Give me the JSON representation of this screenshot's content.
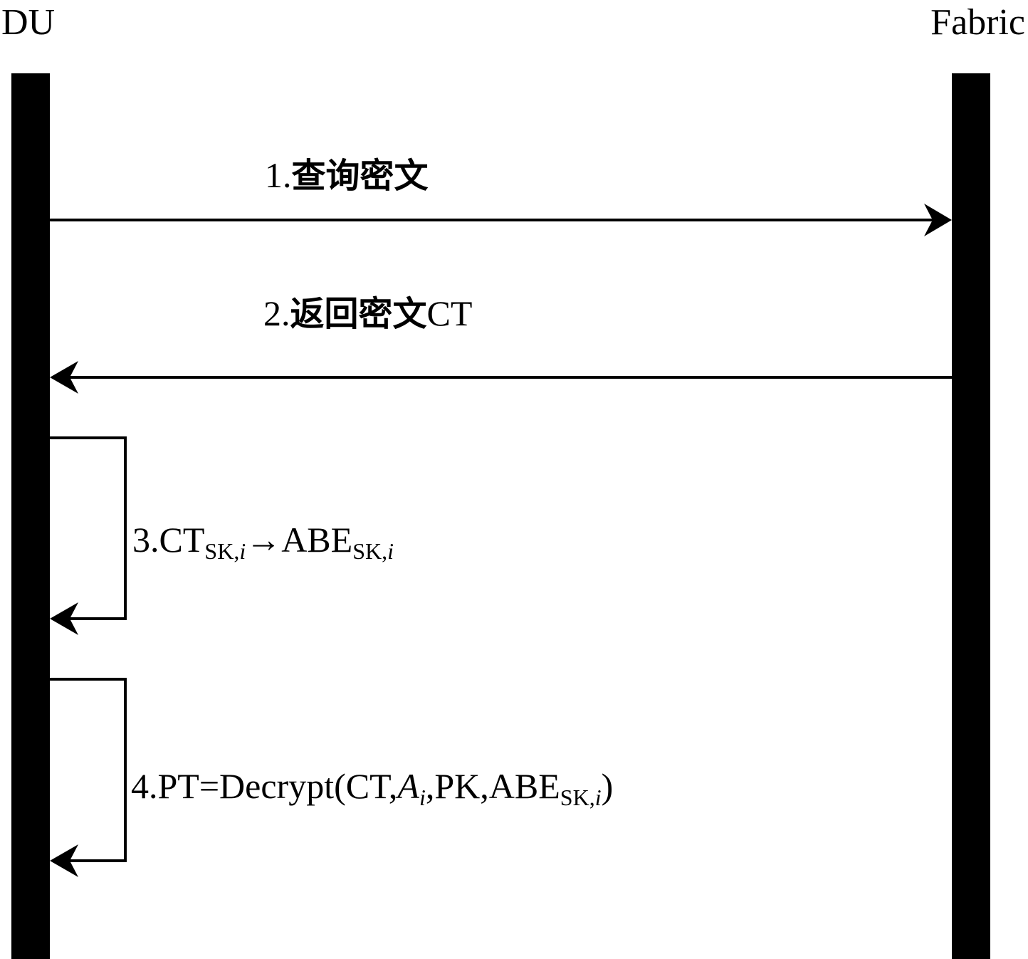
{
  "actors": {
    "left": "DU",
    "right": "Fabric"
  },
  "messages": {
    "m1": {
      "num": "1.",
      "text": "查询密文"
    },
    "m2": {
      "num": "2.",
      "text": "返回密文",
      "suffix": "CT"
    },
    "m3": {
      "pre": "3.CT",
      "sub1": "SK,",
      "sub1i": "i",
      "arrow": "→",
      "mid": "ABE",
      "sub2": "SK,",
      "sub2i": "i"
    },
    "m4": {
      "pre": "4.PT=Decrypt(CT,",
      "a": "A",
      "ai": "i",
      "mid": ",PK,ABE",
      "sub": "SK,",
      "subi": "i",
      "close": ")"
    }
  }
}
